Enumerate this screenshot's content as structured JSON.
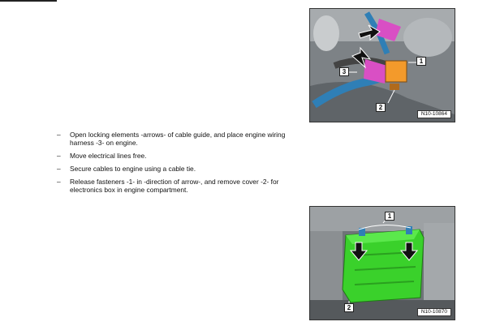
{
  "steps": [
    {
      "bullet": "–",
      "text": "Open locking elements -arrows- of cable guide, and place engine wiring harness -3- on engine."
    },
    {
      "bullet": "–",
      "text": "Move electrical lines free."
    },
    {
      "bullet": "–",
      "text": "Secure cables to engine using a cable tie."
    },
    {
      "bullet": "–",
      "text": "Release fasteners -1- in -direction of arrow-, and remove cover -2- for electronics box in engine compartment."
    }
  ],
  "figure1": {
    "code": "N10-10864",
    "callouts": [
      "1",
      "2",
      "3"
    ]
  },
  "figure2": {
    "code": "N10-10870",
    "callouts": [
      "1",
      "2"
    ]
  },
  "colors": {
    "harness": "#2f7fb6",
    "connector_orange": "#f39a2b",
    "cable_guide_magenta": "#d94fc4",
    "cover_green": "#3ad12b"
  }
}
